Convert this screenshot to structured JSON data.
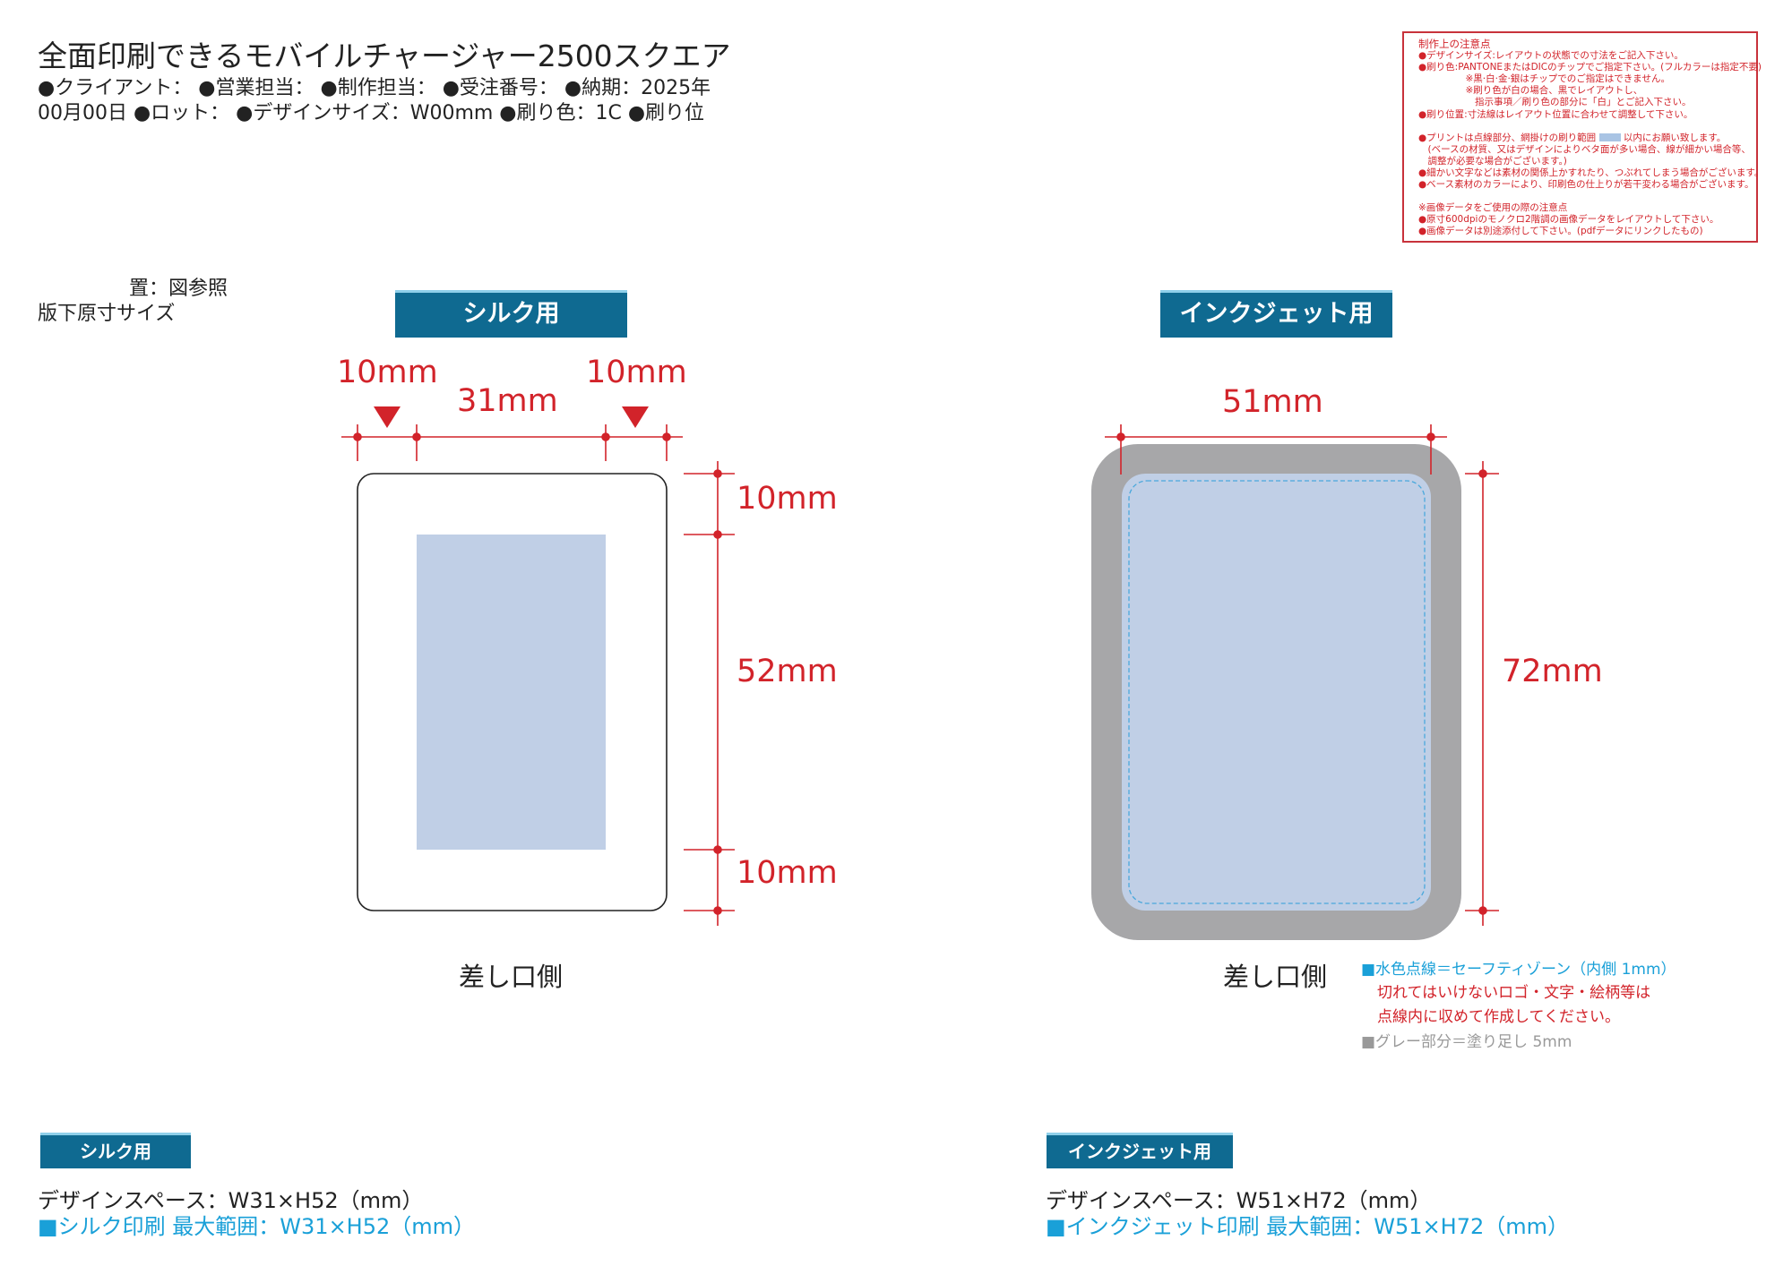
{
  "header": {
    "title": "全面印刷できるモバイルチャージャー2500スクエア",
    "info_line1": "●クライアント： ●営業担当： ●制作担当： ●受注番号： ●納期：2025年",
    "info_line2": "00月00日 ●ロット： ●デザインサイズ：W00mm ●刷り色：1C ●刷り位",
    "info_line3": "置：図参照",
    "info_line4": "版下原寸サイズ"
  },
  "notes": {
    "lines": [
      "制作上の注意点",
      "●デザインサイズ:レイアウトの状態での寸法をご記入下さい。",
      "●刷り色:PANTONEまたはDICのチップでご指定下さい。(フルカラーは指定不要)",
      "　　　　　※黒·白·金·銀はチップでのご指定はできません。",
      "　　　　　※刷り色が白の場合、黒でレイアウトし、",
      "　　　　　　指示事項／刷り色の部分に「白」とご記入下さい。",
      "●刷り位置:寸法線はレイアウト位置に合わせて調整して下さい。",
      "",
      "●プリントは点線部分、網掛けの刷り範囲",
      "　(ベースの材質、又はデザインによりベタ面が多い場合、線が細かい場合等、",
      "　調整が必要な場合がございます。)",
      "●細かい文字などは素材の関係上かすれたり、つぶれてしまう場合がございます。",
      "●ベース素材のカラーにより、印刷色の仕上りが若干変わる場合がございます。",
      "",
      "※画像データをご使用の際の注意点",
      "●原寸600dpiのモノクロ2階調の画像データをレイアウトして下さい。",
      "●画像データは別途添付して下さい。(pdfデータにリンクしたもの)"
    ],
    "print_range_suffix": "以内にお願い致します。"
  },
  "silk": {
    "label": "シルク用",
    "dim_left_margin": "10mm",
    "dim_width": "31mm",
    "dim_right_margin": "10mm",
    "dim_top_margin": "10mm",
    "dim_height": "52mm",
    "dim_bottom_margin": "10mm",
    "side_label": "差し口側",
    "badge": "シルク用",
    "design_space": "デザインスペース：W31×H52（mm）",
    "max_range": "■シルク印刷 最大範囲：W31×H52（mm）"
  },
  "inkjet": {
    "label": "インクジェット用",
    "dim_width": "51mm",
    "dim_height": "72mm",
    "side_label": "差し口側",
    "legend_safety": "■水色点線＝セーフティゾーン（内側 1mm）",
    "legend_warn1": "切れてはいけないロゴ・文字・絵柄等は",
    "legend_warn2": "点線内に収めて作成してください。",
    "legend_bleed": "■グレー部分＝塗り足し 5mm",
    "badge": "インクジェット用",
    "design_space": "デザインスペース：W51×H72（mm）",
    "max_range": "■インクジェット印刷 最大範囲：W51×H72（mm）"
  },
  "colors": {
    "accent": "#0f6a91",
    "dimension": "#d2232a",
    "print_area": "#c0cfe6",
    "bleed": "#a7a7a9",
    "cyan": "#1aa0d8"
  }
}
